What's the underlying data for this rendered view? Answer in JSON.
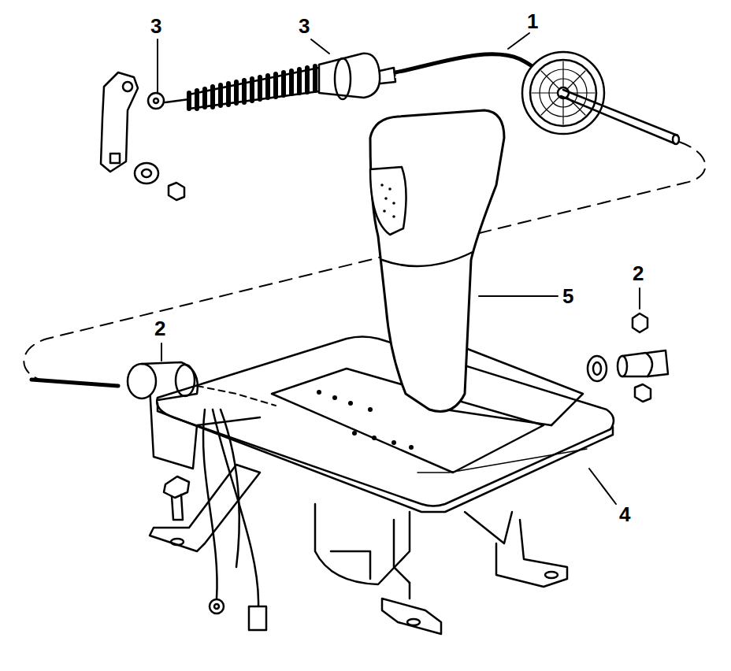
{
  "diagram": {
    "labels": [
      "3",
      "3",
      "1",
      "2",
      "2",
      "5",
      "4"
    ]
  }
}
